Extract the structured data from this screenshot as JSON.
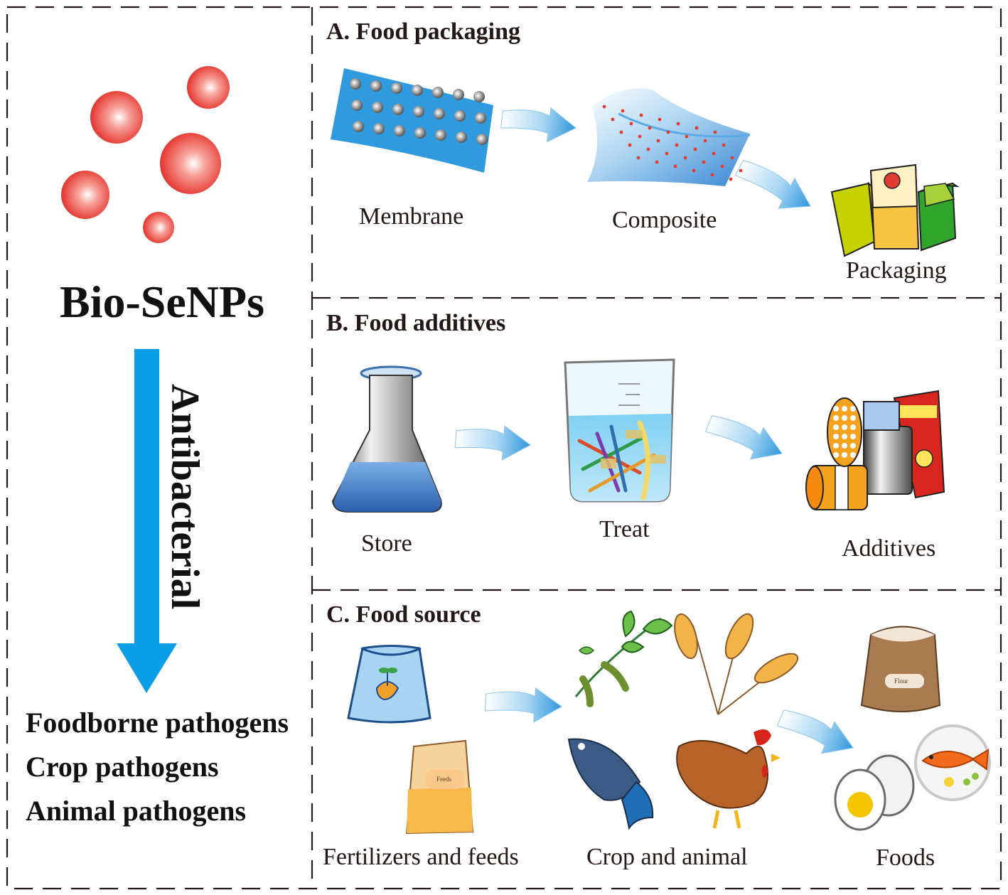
{
  "left": {
    "title": "Bio-SeNPs",
    "arrow_label": "Antibacterial",
    "targets": [
      "Foodborne pathogens",
      "Crop pathogens",
      "Animal pathogens"
    ]
  },
  "panels": {
    "a": {
      "title": "A. Food packaging",
      "steps": [
        "Membrane",
        "Composite",
        "Packaging"
      ]
    },
    "b": {
      "title": "B. Food additives",
      "steps": [
        "Store",
        "Treat",
        "Additives"
      ]
    },
    "c": {
      "title": "C. Food source",
      "steps": [
        "Fertilizers and feeds",
        "Crop and animal",
        "Foods"
      ],
      "feed_bag_label": "Feeds",
      "flour_bag_label": "Flour"
    }
  },
  "colors": {
    "nanoparticle": "#e8413a",
    "main_arrow": "#0a9ee8",
    "flow_arrow": "#3aa0e0",
    "membrane": "#2f9bde",
    "border": "#231815"
  },
  "icons": [
    "nanoparticle-icon",
    "membrane-icon",
    "composite-icon",
    "packaging-icon",
    "flask-icon",
    "beaker-icon",
    "additives-icon",
    "fertilizer-bag-icon",
    "feed-bag-icon",
    "soybean-plant-icon",
    "wheat-icon",
    "fish-icon",
    "chicken-icon",
    "flour-bag-icon",
    "egg-icon",
    "fish-plate-icon"
  ]
}
